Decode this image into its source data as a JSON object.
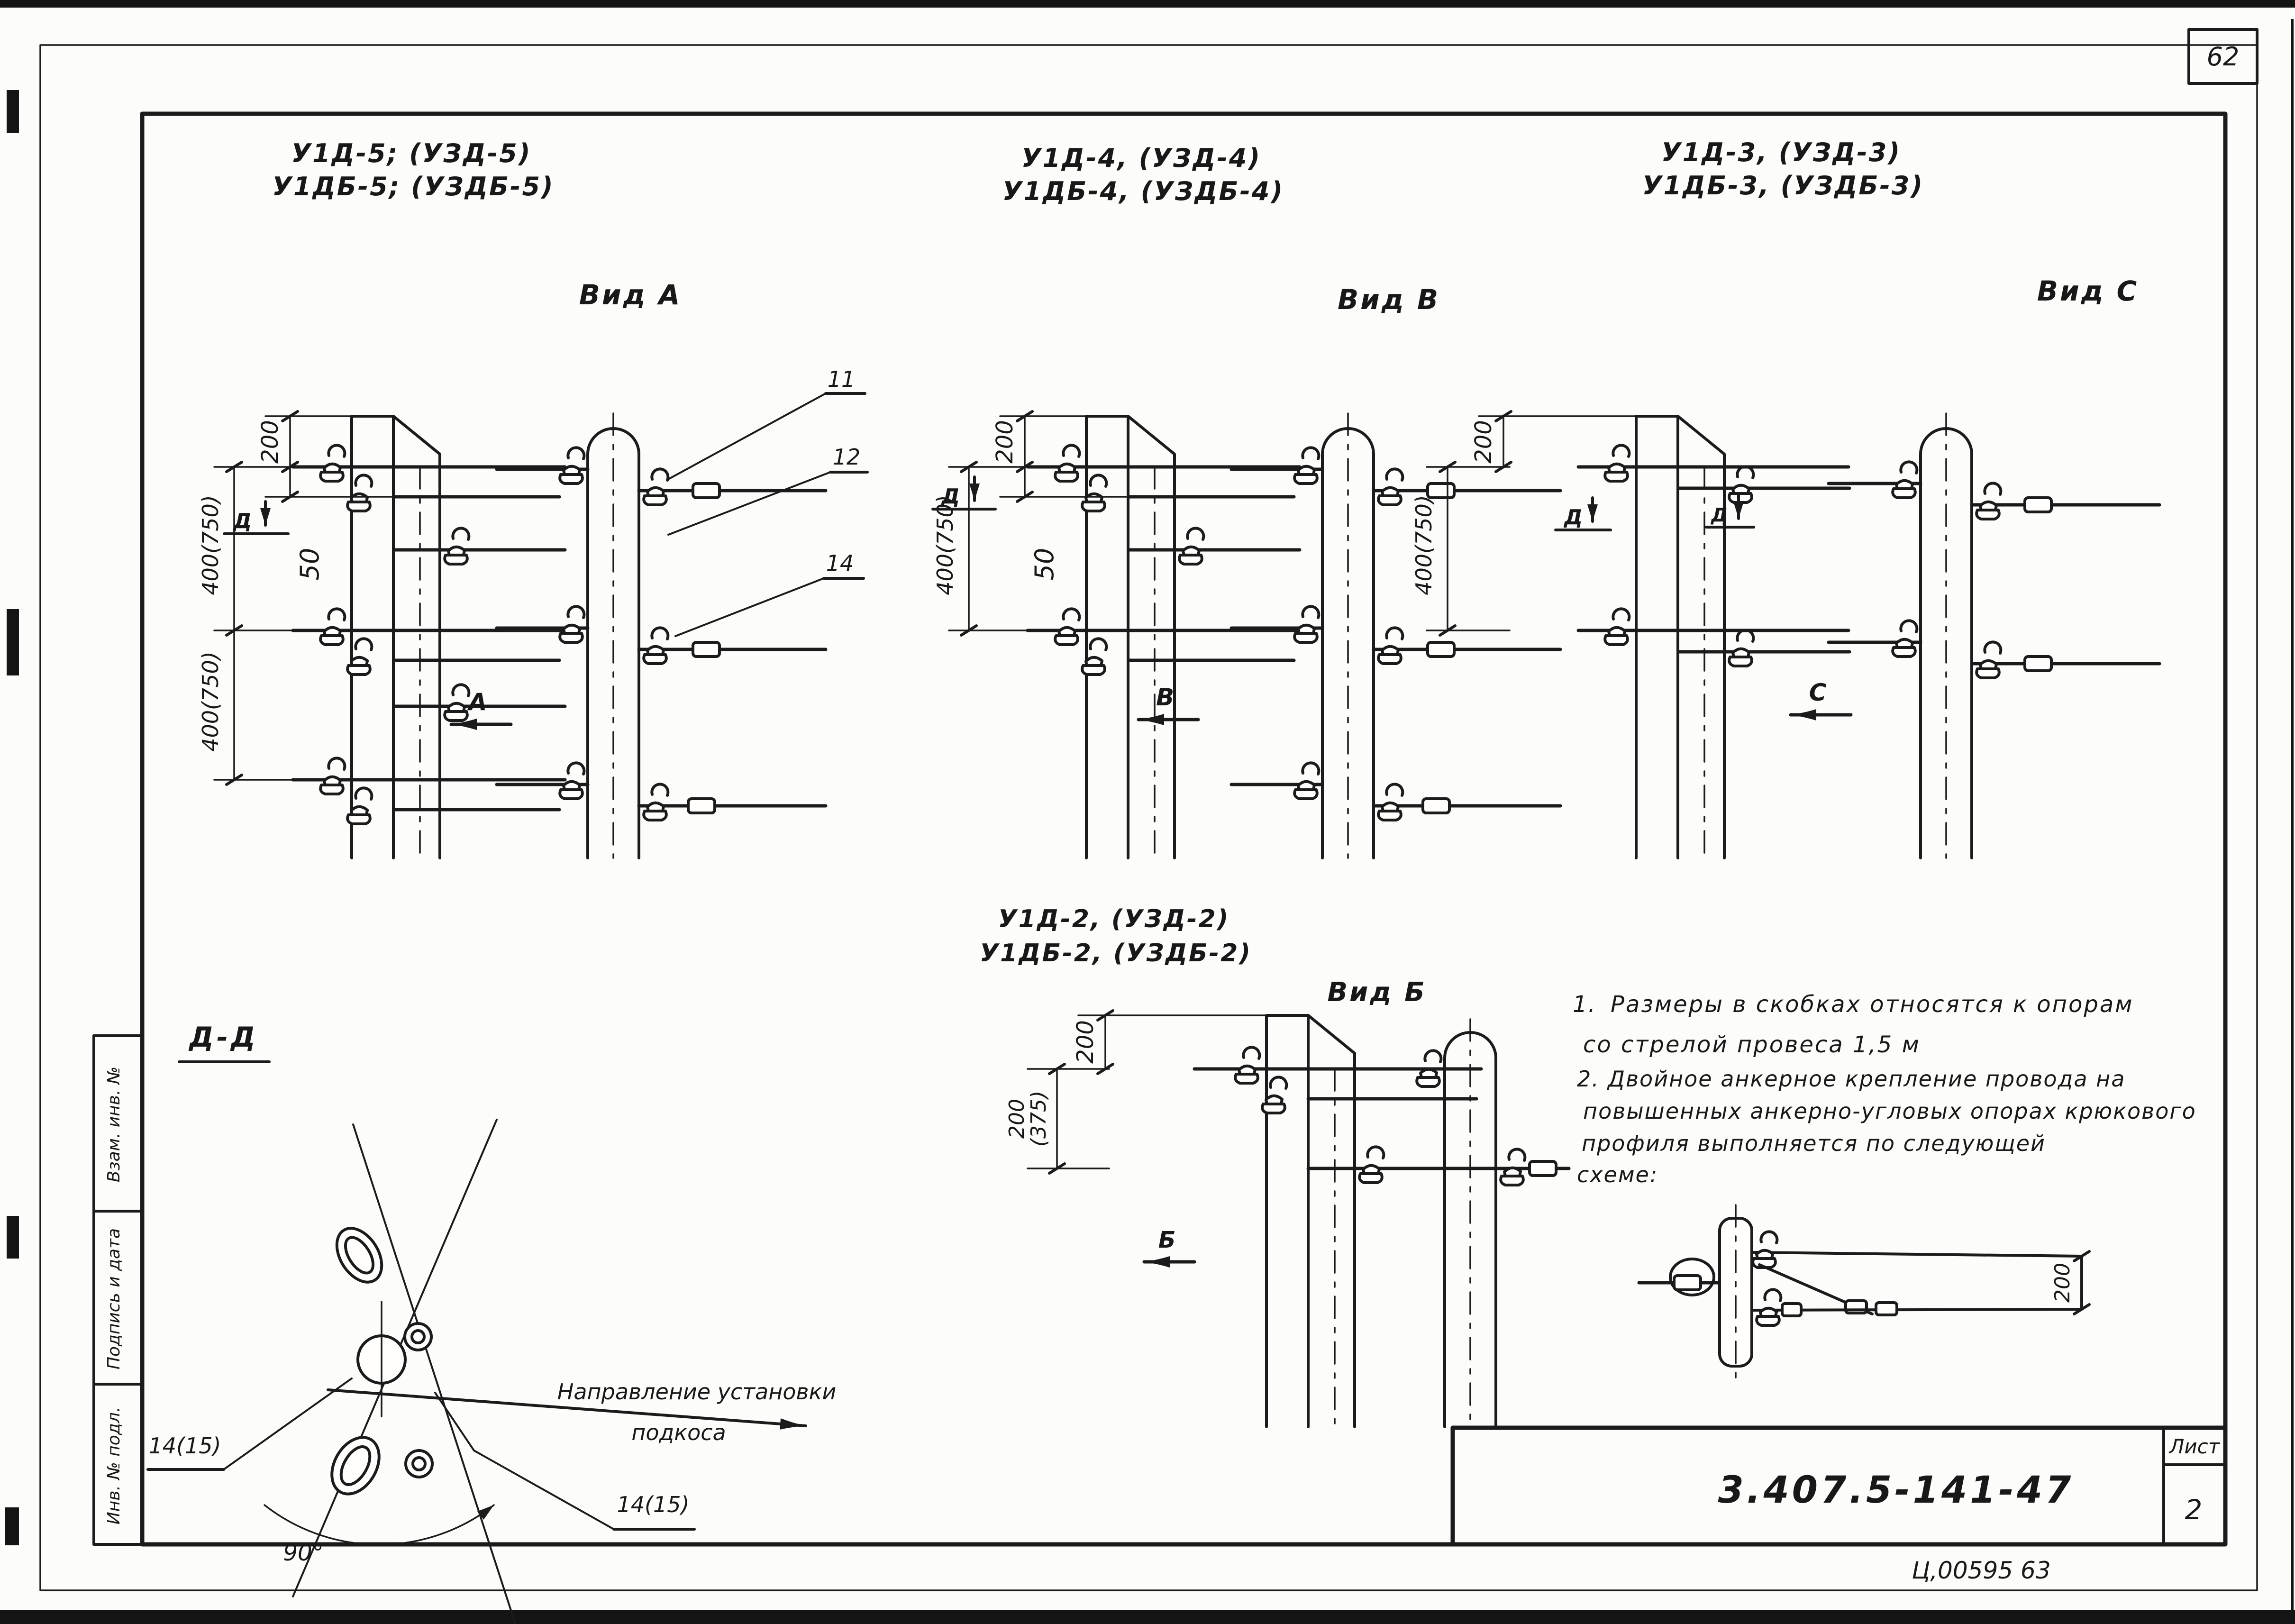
{
  "page": {
    "number": "62"
  },
  "titleblock": {
    "designation": "3.407.5-141-47",
    "sheet_label": "Лист",
    "sheet_number": "2",
    "handwritten_note": "Ц,00595 63"
  },
  "stamp": {
    "cell1": "Взам. инв. №",
    "cell2": "Подпись и дата",
    "cell3": "Инв. № подл."
  },
  "views": {
    "a": {
      "code1": "У1Д-5; (УЗД-5)",
      "code2": "У1ДБ-5; (УЗДБ-5)",
      "title": "Вид А",
      "arrow": "А"
    },
    "b": {
      "code1": "У1Д-4, (УЗД-4)",
      "code2": "У1ДБ-4, (УЗДБ-4)",
      "title": "Вид В",
      "arrow": "В"
    },
    "c": {
      "code1": "У1Д-3, (УЗД-3)",
      "code2": "У1ДБ-3, (УЗДБ-3)",
      "title": "Вид С",
      "arrow": "С"
    },
    "g": {
      "code1": "У1Д-2, (УЗД-2)",
      "code2": "У1ДБ-2, (УЗДБ-2)",
      "title": "Вид Б",
      "arrow": "Б"
    }
  },
  "dims": {
    "d200": "200",
    "d50": "50",
    "d400750": "400(750)",
    "d375": "(375)"
  },
  "callouts": {
    "c11": "11",
    "c12": "12",
    "c14": "14",
    "c1415": "14(15)"
  },
  "section": {
    "title": "Д-Д",
    "cut_letter": "Д",
    "angle": "90°",
    "dir1": "Направление установки",
    "dir2": "подкоса"
  },
  "notes": {
    "n1num": "1.",
    "n1l1": "Размеры в скобках относятся к опорам",
    "n1l2": "со стрелой провеса 1,5 м",
    "n2num": "2.",
    "n2l1": "Двойное анкерное крепление провода на",
    "n2l2": "повышенных анкерно-угловых опорах крюкового",
    "n2l3": "профиля выполняется по следующей",
    "n2l4": "схеме:"
  }
}
